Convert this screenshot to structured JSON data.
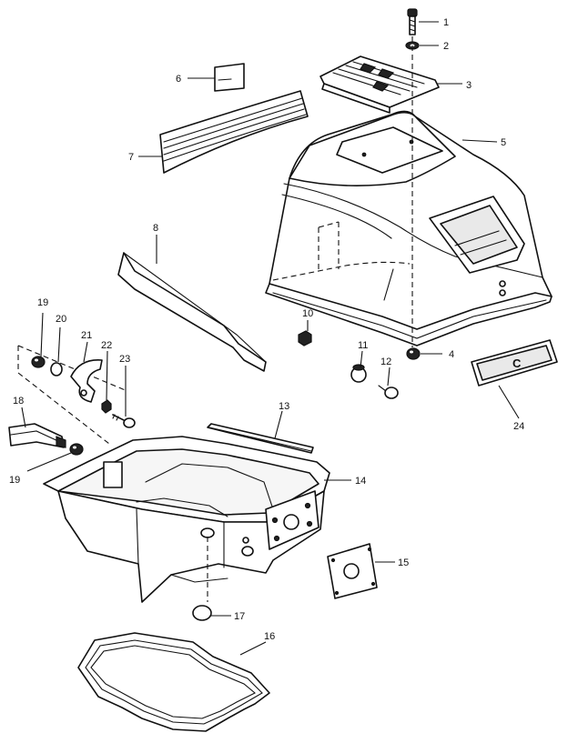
{
  "callouts": {
    "c1": "1",
    "c2": "2",
    "c3": "3",
    "c4": "4",
    "c5": "5",
    "c6": "6",
    "c7": "7",
    "c8": "8",
    "c10": "10",
    "c11": "11",
    "c12": "12",
    "c13": "13",
    "c14": "14",
    "c15": "15",
    "c16": "16",
    "c17": "17",
    "c18": "18",
    "c19a": "19",
    "c19b": "19",
    "c20": "20",
    "c21": "21",
    "c22": "22",
    "c23": "23",
    "c24": "24"
  },
  "decal_letter": "C"
}
